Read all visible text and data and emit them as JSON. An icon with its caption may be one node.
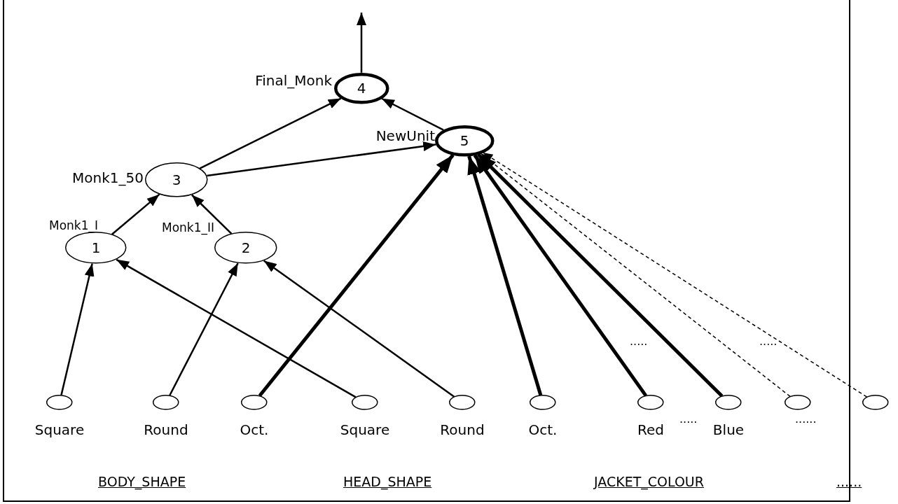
{
  "diagram": {
    "nodes": [
      {
        "text": [
          "4"
        ],
        "beside": [
          "Final_Monk"
        ]
      },
      {
        "text": [
          "5"
        ],
        "beside": [
          "NewUnit"
        ]
      },
      {
        "text": [
          "3"
        ],
        "beside": [
          "Monk1_50"
        ]
      },
      {
        "text": [
          "1"
        ],
        "beside": [
          "Monk1_I"
        ]
      },
      {
        "text": [
          "2"
        ],
        "beside": [
          "Monk1_II"
        ]
      },
      {
        "text": [],
        "shape": "ellipse",
        "beside": [
          "Square"
        ]
      },
      {
        "text": [],
        "shape": "ellipse",
        "beside": [
          "Round"
        ]
      },
      {
        "text": [],
        "shape": "ellipse",
        "beside": [
          "Oct."
        ]
      },
      {
        "text": [],
        "shape": "ellipse",
        "beside": [
          "Square"
        ]
      },
      {
        "text": [],
        "shape": "ellipse",
        "beside": [
          "Round"
        ]
      },
      {
        "text": [],
        "shape": "ellipse",
        "beside": [
          "Oct."
        ]
      },
      {
        "text": [],
        "shape": "ellipse",
        "beside": [
          "Red"
        ]
      },
      {
        "text": [],
        "shape": "ellipse",
        "beside": [
          "Blue"
        ]
      },
      {
        "text": [],
        "shape": "ellipse"
      },
      {
        "text": [],
        "shape": "ellipse"
      }
    ],
    "edges": [
      {
        "from": 0,
        "to": null,
        "arrow": "to"
      },
      {
        "from": 2,
        "to": 0,
        "arrow": "to"
      },
      {
        "from": 1,
        "to": 0,
        "arrow": "to"
      },
      {
        "from": 2,
        "to": 1,
        "arrow": "to"
      },
      {
        "from": 3,
        "to": 2,
        "arrow": "to"
      },
      {
        "from": 4,
        "to": 2,
        "arrow": "to"
      },
      {
        "from": 5,
        "to": 3,
        "arrow": "to"
      },
      {
        "from": 8,
        "to": 3,
        "arrow": "to"
      },
      {
        "from": 6,
        "to": 4,
        "arrow": "to"
      },
      {
        "from": 9,
        "to": 4,
        "arrow": "to"
      },
      {
        "from": 7,
        "to": 1,
        "arrow": "to",
        "style": "thick"
      },
      {
        "from": 10,
        "to": 1,
        "arrow": "to",
        "style": "thick"
      },
      {
        "from": 11,
        "to": 1,
        "arrow": "to",
        "style": "thick"
      },
      {
        "from": 12,
        "to": 1,
        "arrow": "to",
        "style": "thick"
      },
      {
        "from": 13,
        "to": 1,
        "arrow": "to",
        "style": "dashed"
      },
      {
        "from": 14,
        "to": 1,
        "arrow": "to",
        "style": "dashed"
      }
    ],
    "labels": [
      ".....",
      ".....",
      ".....",
      "......",
      "BODY_SHAPE",
      "HEAD_SHAPE",
      "JACKET_COLOUR",
      "......"
    ]
  }
}
